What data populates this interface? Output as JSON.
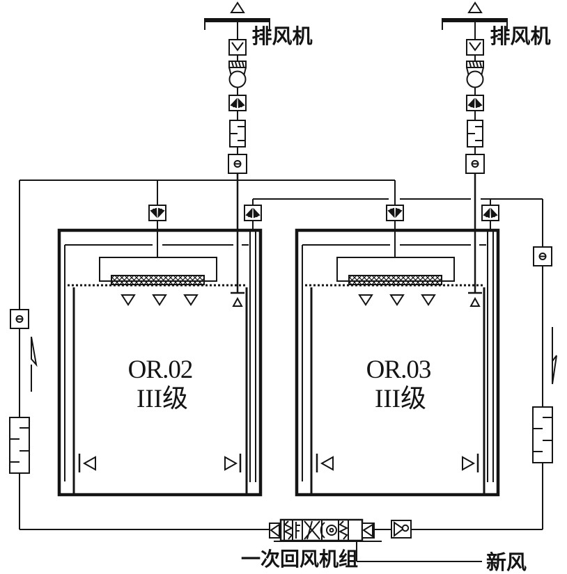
{
  "diagram": {
    "type": "hvac-cleanroom-system-schematic",
    "colors": {
      "line": "#141414",
      "background": "#ffffff"
    },
    "labels": {
      "exhaust_fan_left": "排风机",
      "exhaust_fan_right": "排风机",
      "ahu": "一次回风机组",
      "fresh_air": "新风"
    },
    "rooms": [
      {
        "name": "OR.02",
        "grade": "III级"
      },
      {
        "name": "OR.03",
        "grade": "III级"
      }
    ],
    "symbols": {
      "roof_vent": "roof-vent-with-cone",
      "check_valve": "backdraft-damper",
      "fan": "inline-fan",
      "damper": "motorized-damper",
      "silencer": "duct-silencer",
      "sensor": "duct-sensor",
      "hepa": "hepa-filter-crosshatch",
      "diffuser": "supply-diffuser-triangle",
      "return_grille": "return-grille-triangle",
      "ahu_device": "fan-check-device"
    }
  }
}
